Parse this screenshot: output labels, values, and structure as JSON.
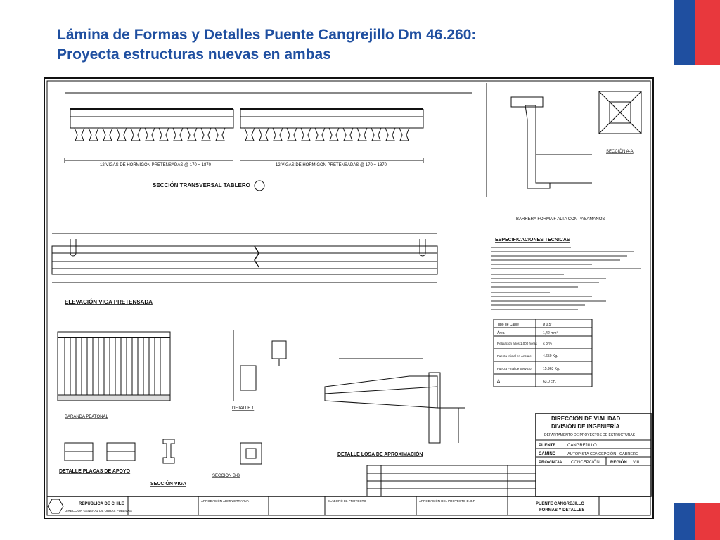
{
  "slide": {
    "title_line1": "Lámina de Formas y Detalles Puente Cangrejillo Dm 46.260:",
    "title_line2": "Proyecta estructuras nuevas en ambas",
    "accent_blue": "#1f4fa0",
    "accent_red": "#e8383d"
  },
  "drawing": {
    "section_transversal": "SECCIÓN TRANSVERSAL TABLERO",
    "vigas_left": "12 VIGAS DE HORMIGÓN PRETENSADAS @ 170 = 1870",
    "vigas_right": "12 VIGAS DE HORMIGÓN PRETENSADAS @ 170 = 1870",
    "elevacion_viga": "ELEVACIÓN VIGA PRETENSADA",
    "baranda_peatonal": "BARANDA PEATONAL",
    "detalle_1": "DETALLE 1",
    "detalle_losa": "DETALLE LOSA DE APROXIMACIÓN",
    "detalle_placas": "DETALLE PLACAS DE APOYO",
    "seccion_viga": "SECCIÓN VIGA",
    "seccion_b": "SECCIÓN B-B",
    "seccion_aa": "SECCIÓN A-A",
    "barrera": "BARRERA FORMA F ALTA CON PASAMANOS",
    "especificaciones": "ESPECIFICACIONES TECNICAS",
    "spec_table": {
      "rows": [
        [
          "Tipo de Cable",
          "ø 0,5\""
        ],
        [
          "Área",
          "1,42 mm²"
        ],
        [
          "Relajación a los 1.000 horas",
          "≤ 3 %"
        ],
        [
          "Fuerza Inicial en Anclaje",
          "4.650 Kg."
        ],
        [
          "Fuerza Final de Servicio",
          "15.963 Kg."
        ],
        [
          "Δ",
          "63,0 cm."
        ]
      ]
    },
    "title_block": {
      "line1": "DIRECCIÓN DE VIALIDAD",
      "line2": "DIVISIÓN DE INGENIERÍA",
      "line3": "DEPARTAMENTO DE PROYECTOS DE ESTRUCTURAS",
      "puente_label": "PUENTE",
      "puente_value": "CANGREJILLO",
      "camino_label": "CAMINO",
      "camino_value": "AUTOPISTA CONCEPCIÓN - CABRERO",
      "provincia_label": "PROVINCIA",
      "provincia_value": "CONCEPCIÓN",
      "region_label": "REGIÓN",
      "region_value": "VIII",
      "sheet_title": "PUENTE CANGREJILLO",
      "sheet_sub": "FORMAS Y DETALLES"
    },
    "footer": {
      "republica": "REPÚBLICA DE CHILE",
      "ministerio": "DIRECCIÓN GENERAL DE OBRAS PÚBLICAS",
      "aprobacion": "APROBACIÓN ADMINISTRATIVA",
      "elaboro": "ELABORÓ EL PROYECTO",
      "aprobacion_proyecto": "APROBACIÓN DEL PROYECTO D.O.P."
    }
  }
}
